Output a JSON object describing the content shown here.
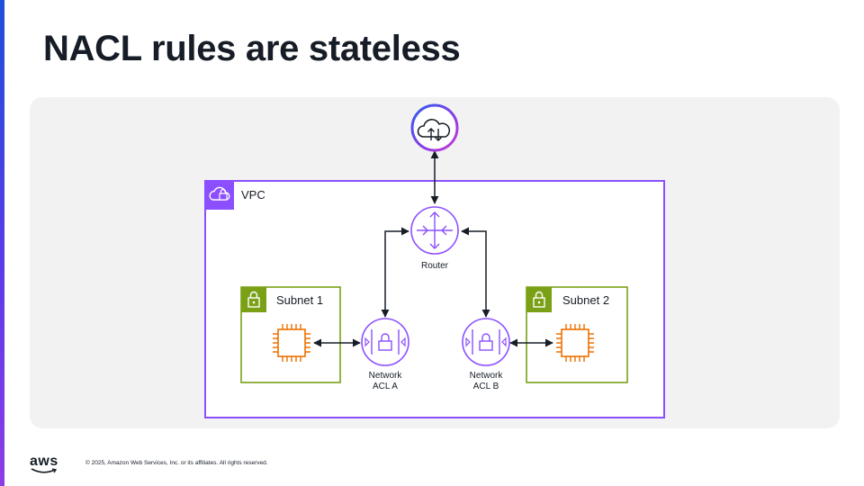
{
  "slide": {
    "title": "NACL rules are stateless",
    "copyright": "© 2025, Amazon Web Services, Inc. or its affiliates. All rights reserved.",
    "logo_text": "aws"
  },
  "diagram": {
    "vpc_label": "VPC",
    "router_label": "Router",
    "subnet1_label": "Subnet 1",
    "subnet2_label": "Subnet 2",
    "nacl_a": {
      "line1": "Network",
      "line2": "ACL A"
    },
    "nacl_b": {
      "line1": "Network",
      "line2": "ACL B"
    }
  },
  "colors": {
    "vpc": "#8c4fff",
    "subnet": "#7aa116",
    "ec2": "#ed7100",
    "panel": "#f2f2f2",
    "arrow": "#161d26"
  },
  "icons": [
    "internet-cloud-icon",
    "vpc-cloud-lock-icon",
    "router-icon",
    "padlock-icon",
    "network-acl-icon",
    "ec2-instance-icon"
  ]
}
